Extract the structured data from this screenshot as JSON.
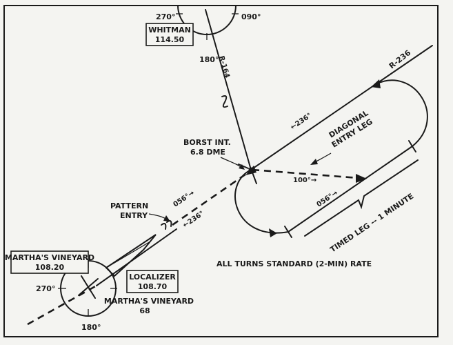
{
  "stations": {
    "whitman": {
      "name": "WHITMAN",
      "freq": "114.50",
      "bearing_270": "270°",
      "bearing_090": "090°",
      "bearing_180": "180°"
    },
    "marthas_vor": {
      "name": "MARTHA'S VINEYARD",
      "freq": "108.20",
      "bearing_270": "270°",
      "bearing_180": "180°"
    },
    "localizer": {
      "name": "LOCALIZER",
      "freq": "108.70"
    },
    "marthas_ndb": {
      "name": "MARTHA'S VINEYARD",
      "freq": "68"
    }
  },
  "labels": {
    "radial_whitman": "R-164",
    "radial_236": "R-236",
    "borst_name": "BORST INT.",
    "borst_dme": "6.8 DME",
    "diagonal_line1": "DIAGONAL",
    "diagonal_line2": "ENTRY LEG",
    "pattern_line1": "PATTERN",
    "pattern_line2": "ENTRY",
    "course_236_upper": "←236°",
    "course_056_lower": "056°→",
    "course_236_lower": "←236°",
    "course_100": "100°→",
    "course_056_hold": "056°→",
    "timed_leg": "TIMED LEG -- 1 MINUTE",
    "turns_note": "ALL TURNS STANDARD (2-MIN) RATE"
  }
}
